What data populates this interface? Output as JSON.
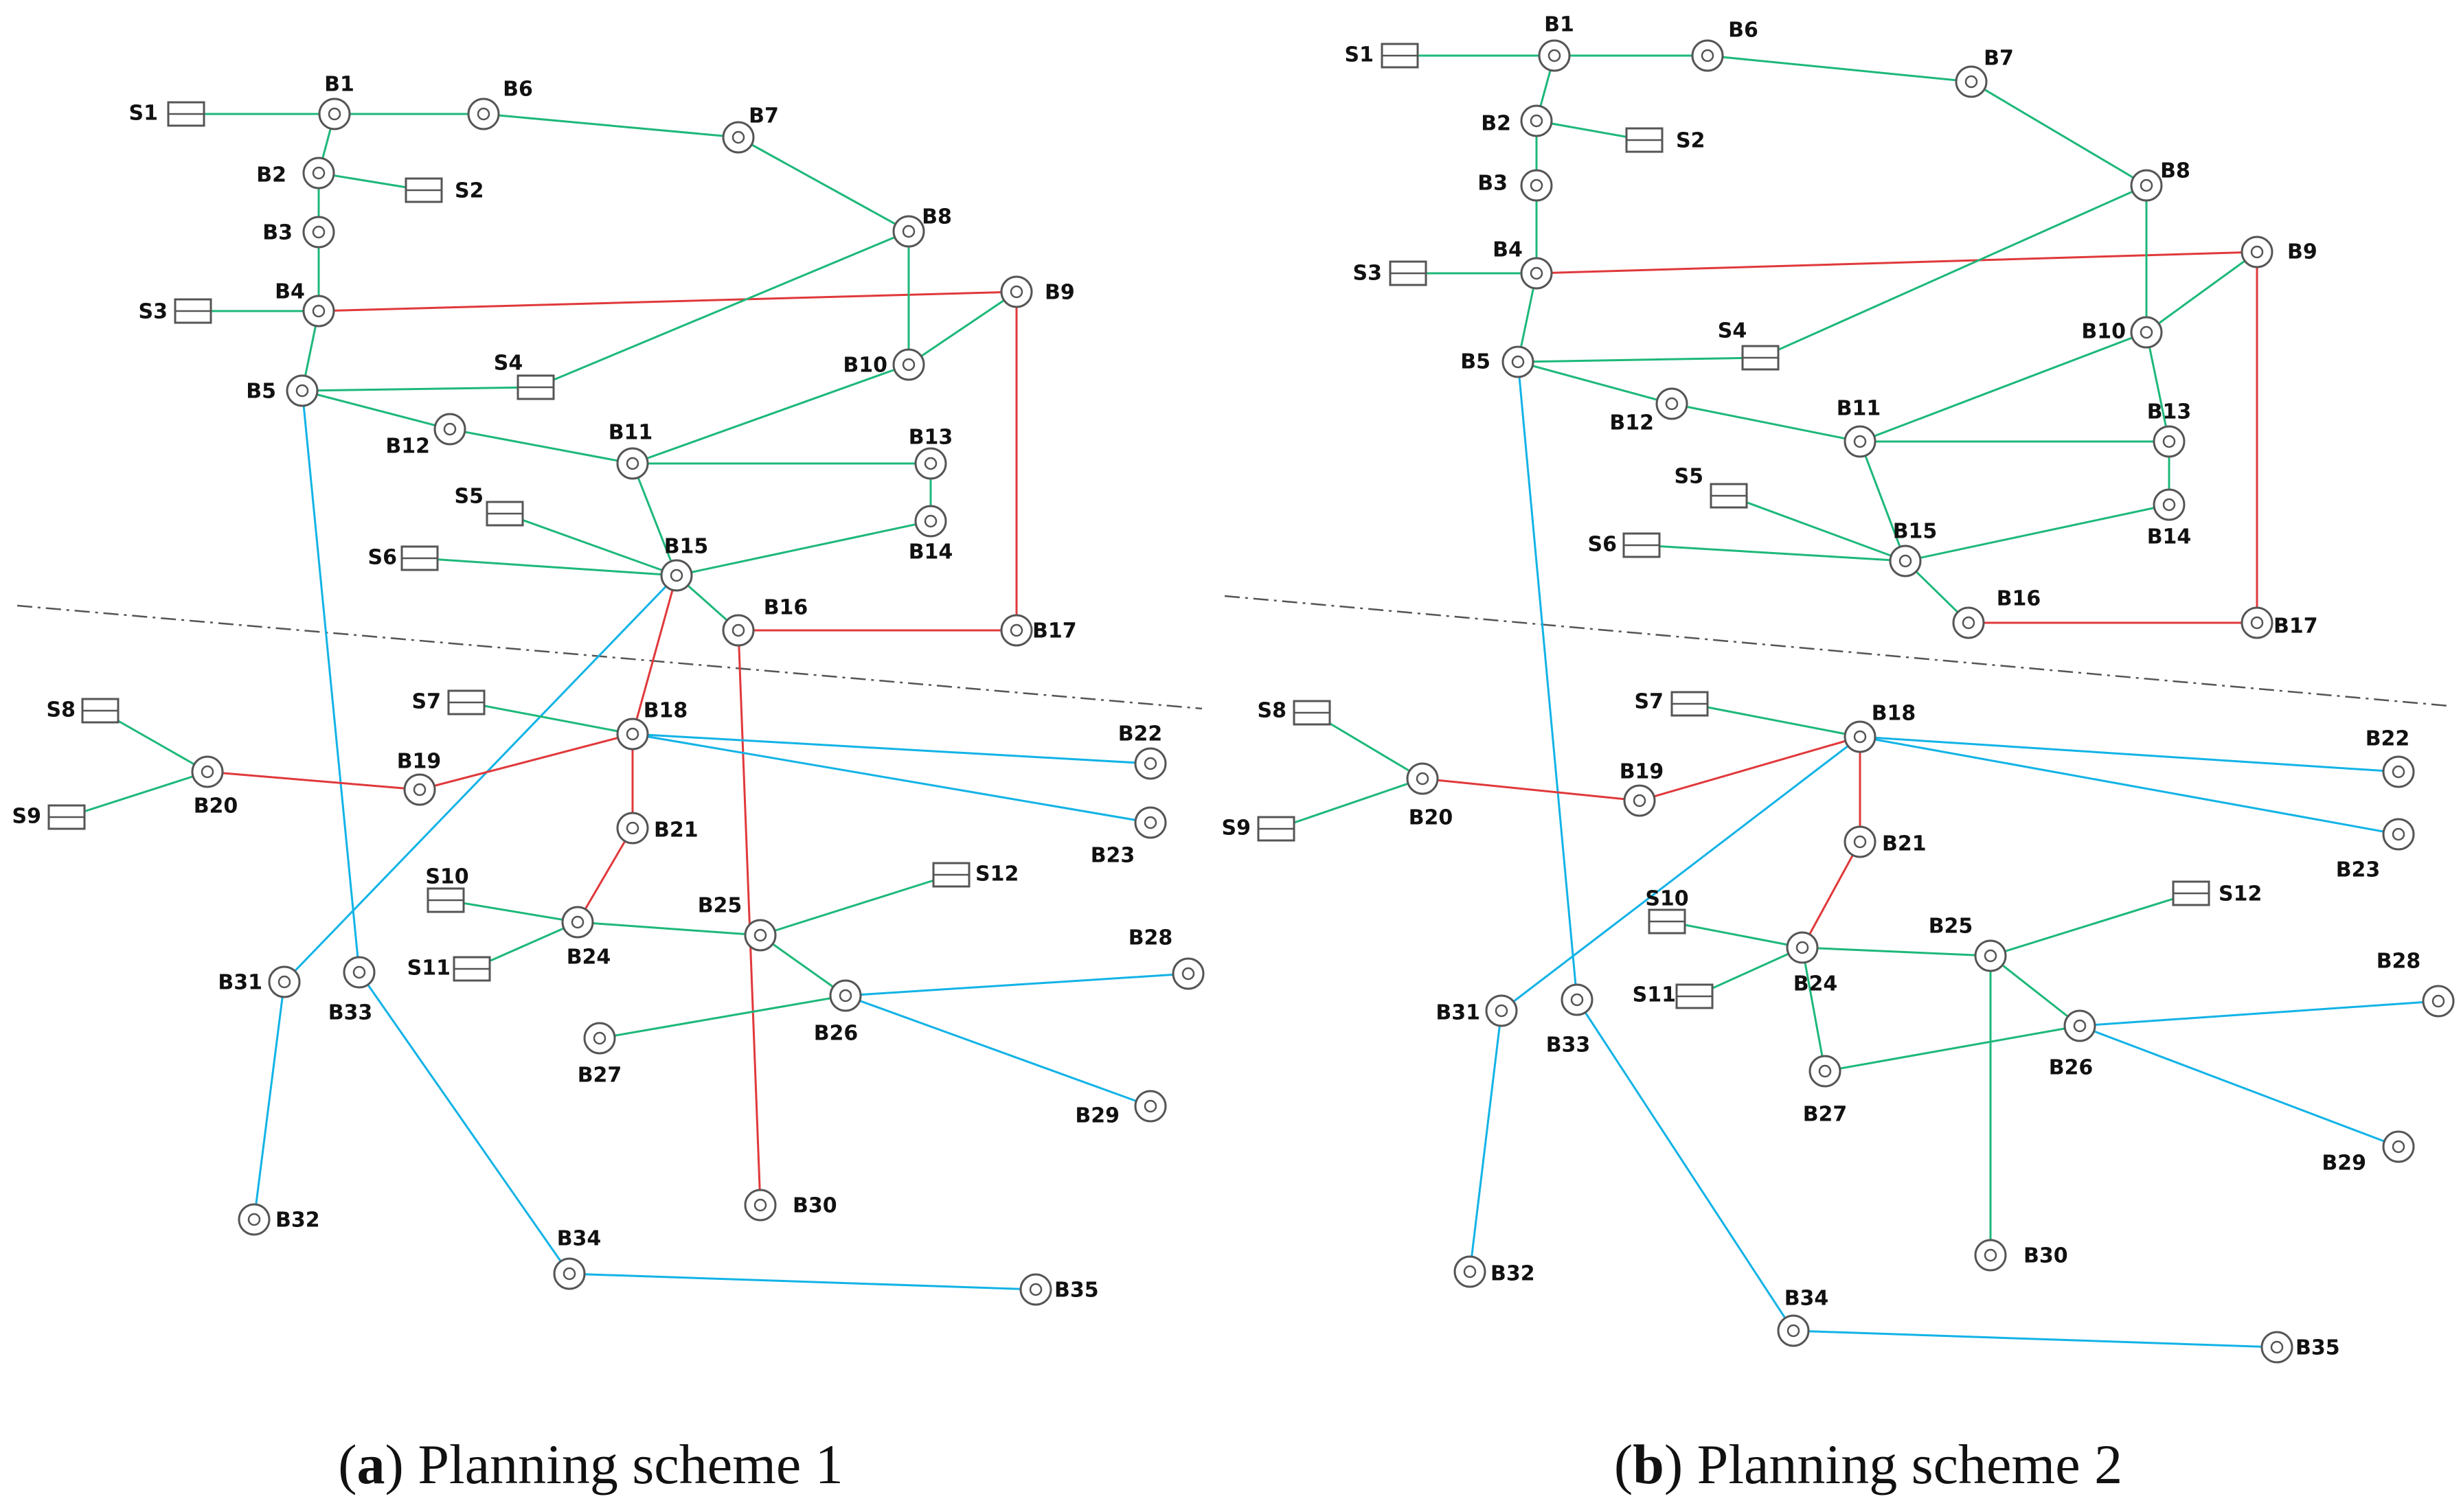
{
  "colors": {
    "green": "#1db87a",
    "red": "#e0393b",
    "cyan": "#12b3e6",
    "node_stroke": "#555555",
    "divider": "#555555"
  },
  "panels": [
    {
      "caption_letter": "a",
      "caption_text": "Planning scheme 1",
      "nodes": [
        {
          "id": "B1",
          "type": "bus"
        },
        {
          "id": "B2",
          "type": "bus"
        },
        {
          "id": "B3",
          "type": "bus"
        },
        {
          "id": "B4",
          "type": "bus"
        },
        {
          "id": "B5",
          "type": "bus"
        },
        {
          "id": "B6",
          "type": "bus"
        },
        {
          "id": "B7",
          "type": "bus"
        },
        {
          "id": "B8",
          "type": "bus"
        },
        {
          "id": "B9",
          "type": "bus"
        },
        {
          "id": "B10",
          "type": "bus"
        },
        {
          "id": "B11",
          "type": "bus"
        },
        {
          "id": "B12",
          "type": "bus"
        },
        {
          "id": "B13",
          "type": "bus"
        },
        {
          "id": "B14",
          "type": "bus"
        },
        {
          "id": "B15",
          "type": "bus"
        },
        {
          "id": "B16",
          "type": "bus"
        },
        {
          "id": "B17",
          "type": "bus"
        },
        {
          "id": "B18",
          "type": "bus"
        },
        {
          "id": "B19",
          "type": "bus"
        },
        {
          "id": "B20",
          "type": "bus"
        },
        {
          "id": "B21",
          "type": "bus"
        },
        {
          "id": "B22",
          "type": "bus"
        },
        {
          "id": "B23",
          "type": "bus"
        },
        {
          "id": "B24",
          "type": "bus"
        },
        {
          "id": "B25",
          "type": "bus"
        },
        {
          "id": "B26",
          "type": "bus"
        },
        {
          "id": "B27",
          "type": "bus"
        },
        {
          "id": "B28",
          "type": "bus"
        },
        {
          "id": "B29",
          "type": "bus"
        },
        {
          "id": "B30",
          "type": "bus"
        },
        {
          "id": "B31",
          "type": "bus"
        },
        {
          "id": "B32",
          "type": "bus"
        },
        {
          "id": "B33",
          "type": "bus"
        },
        {
          "id": "B34",
          "type": "bus"
        },
        {
          "id": "B35",
          "type": "bus"
        },
        {
          "id": "S1",
          "type": "substation"
        },
        {
          "id": "S2",
          "type": "substation"
        },
        {
          "id": "S3",
          "type": "substation"
        },
        {
          "id": "S4",
          "type": "substation"
        },
        {
          "id": "S5",
          "type": "substation"
        },
        {
          "id": "S6",
          "type": "substation"
        },
        {
          "id": "S7",
          "type": "substation"
        },
        {
          "id": "S8",
          "type": "substation"
        },
        {
          "id": "S9",
          "type": "substation"
        },
        {
          "id": "S10",
          "type": "substation"
        },
        {
          "id": "S11",
          "type": "substation"
        },
        {
          "id": "S12",
          "type": "substation"
        }
      ],
      "edges": [
        [
          "S1",
          "B1",
          "green"
        ],
        [
          "B1",
          "B6",
          "green"
        ],
        [
          "B6",
          "B7",
          "green"
        ],
        [
          "B7",
          "B8",
          "green"
        ],
        [
          "B1",
          "B2",
          "green"
        ],
        [
          "B2",
          "S2",
          "green"
        ],
        [
          "B2",
          "B3",
          "green"
        ],
        [
          "B3",
          "B4",
          "green"
        ],
        [
          "S3",
          "B4",
          "green"
        ],
        [
          "B4",
          "B9",
          "red"
        ],
        [
          "B4",
          "B5",
          "green"
        ],
        [
          "B5",
          "S4",
          "green"
        ],
        [
          "S4",
          "B8",
          "green"
        ],
        [
          "B8",
          "B10",
          "green"
        ],
        [
          "B10",
          "B9",
          "green"
        ],
        [
          "B9",
          "B17",
          "red"
        ],
        [
          "B5",
          "B12",
          "green"
        ],
        [
          "B12",
          "B11",
          "green"
        ],
        [
          "B11",
          "B10",
          "green"
        ],
        [
          "B11",
          "B13",
          "green"
        ],
        [
          "B13",
          "B14",
          "green"
        ],
        [
          "B11",
          "B15",
          "green"
        ],
        [
          "S5",
          "B15",
          "green"
        ],
        [
          "S6",
          "B15",
          "green"
        ],
        [
          "B15",
          "B14",
          "green"
        ],
        [
          "B15",
          "B16",
          "green"
        ],
        [
          "B16",
          "B17",
          "red"
        ],
        [
          "B15",
          "B18",
          "red"
        ],
        [
          "B15",
          "B31",
          "cyan"
        ],
        [
          "B5",
          "B33",
          "cyan"
        ],
        [
          "B16",
          "B30",
          "red"
        ],
        [
          "S7",
          "B18",
          "green"
        ],
        [
          "B18",
          "B22",
          "cyan"
        ],
        [
          "B18",
          "B23",
          "cyan"
        ],
        [
          "B18",
          "B19",
          "red"
        ],
        [
          "B19",
          "B20",
          "red"
        ],
        [
          "S8",
          "B20",
          "green"
        ],
        [
          "S9",
          "B20",
          "green"
        ],
        [
          "B18",
          "B21",
          "red"
        ],
        [
          "B21",
          "B24",
          "red"
        ],
        [
          "S10",
          "B24",
          "green"
        ],
        [
          "S11",
          "B24",
          "green"
        ],
        [
          "B24",
          "B25",
          "green"
        ],
        [
          "B25",
          "S12",
          "green"
        ],
        [
          "B25",
          "B26",
          "green"
        ],
        [
          "B26",
          "B27",
          "green"
        ],
        [
          "B26",
          "B28",
          "cyan"
        ],
        [
          "B26",
          "B29",
          "cyan"
        ],
        [
          "B31",
          "B32",
          "cyan"
        ],
        [
          "B33",
          "B34",
          "cyan"
        ],
        [
          "B34",
          "B35",
          "cyan"
        ]
      ]
    },
    {
      "caption_letter": "b",
      "caption_text": "Planning scheme 2",
      "nodes": [
        {
          "id": "B1",
          "type": "bus"
        },
        {
          "id": "B2",
          "type": "bus"
        },
        {
          "id": "B3",
          "type": "bus"
        },
        {
          "id": "B4",
          "type": "bus"
        },
        {
          "id": "B5",
          "type": "bus"
        },
        {
          "id": "B6",
          "type": "bus"
        },
        {
          "id": "B7",
          "type": "bus"
        },
        {
          "id": "B8",
          "type": "bus"
        },
        {
          "id": "B9",
          "type": "bus"
        },
        {
          "id": "B10",
          "type": "bus"
        },
        {
          "id": "B11",
          "type": "bus"
        },
        {
          "id": "B12",
          "type": "bus"
        },
        {
          "id": "B13",
          "type": "bus"
        },
        {
          "id": "B14",
          "type": "bus"
        },
        {
          "id": "B15",
          "type": "bus"
        },
        {
          "id": "B16",
          "type": "bus"
        },
        {
          "id": "B17",
          "type": "bus"
        },
        {
          "id": "B18",
          "type": "bus"
        },
        {
          "id": "B19",
          "type": "bus"
        },
        {
          "id": "B20",
          "type": "bus"
        },
        {
          "id": "B21",
          "type": "bus"
        },
        {
          "id": "B22",
          "type": "bus"
        },
        {
          "id": "B23",
          "type": "bus"
        },
        {
          "id": "B24",
          "type": "bus"
        },
        {
          "id": "B25",
          "type": "bus"
        },
        {
          "id": "B26",
          "type": "bus"
        },
        {
          "id": "B27",
          "type": "bus"
        },
        {
          "id": "B28",
          "type": "bus"
        },
        {
          "id": "B29",
          "type": "bus"
        },
        {
          "id": "B30",
          "type": "bus"
        },
        {
          "id": "B31",
          "type": "bus"
        },
        {
          "id": "B32",
          "type": "bus"
        },
        {
          "id": "B33",
          "type": "bus"
        },
        {
          "id": "B34",
          "type": "bus"
        },
        {
          "id": "B35",
          "type": "bus"
        },
        {
          "id": "S1",
          "type": "substation"
        },
        {
          "id": "S2",
          "type": "substation"
        },
        {
          "id": "S3",
          "type": "substation"
        },
        {
          "id": "S4",
          "type": "substation"
        },
        {
          "id": "S5",
          "type": "substation"
        },
        {
          "id": "S6",
          "type": "substation"
        },
        {
          "id": "S7",
          "type": "substation"
        },
        {
          "id": "S8",
          "type": "substation"
        },
        {
          "id": "S9",
          "type": "substation"
        },
        {
          "id": "S10",
          "type": "substation"
        },
        {
          "id": "S11",
          "type": "substation"
        },
        {
          "id": "S12",
          "type": "substation"
        }
      ],
      "edges": [
        [
          "S1",
          "B1",
          "green"
        ],
        [
          "B1",
          "B6",
          "green"
        ],
        [
          "B6",
          "B7",
          "green"
        ],
        [
          "B7",
          "B8",
          "green"
        ],
        [
          "B1",
          "B2",
          "green"
        ],
        [
          "B2",
          "S2",
          "green"
        ],
        [
          "B2",
          "B3",
          "green"
        ],
        [
          "B3",
          "B4",
          "green"
        ],
        [
          "S3",
          "B4",
          "green"
        ],
        [
          "B4",
          "B9",
          "red"
        ],
        [
          "B4",
          "B5",
          "green"
        ],
        [
          "B5",
          "S4",
          "green"
        ],
        [
          "S4",
          "B8",
          "green"
        ],
        [
          "B8",
          "B10",
          "green"
        ],
        [
          "B10",
          "B9",
          "green"
        ],
        [
          "B9",
          "B17",
          "red"
        ],
        [
          "B5",
          "B12",
          "green"
        ],
        [
          "B12",
          "B11",
          "green"
        ],
        [
          "B11",
          "B10",
          "green"
        ],
        [
          "B11",
          "B13",
          "green"
        ],
        [
          "B13",
          "B14",
          "green"
        ],
        [
          "B10",
          "B13",
          "green"
        ],
        [
          "B11",
          "B15",
          "green"
        ],
        [
          "S5",
          "B15",
          "green"
        ],
        [
          "S6",
          "B15",
          "green"
        ],
        [
          "B15",
          "B14",
          "green"
        ],
        [
          "B15",
          "B16",
          "green"
        ],
        [
          "B16",
          "B17",
          "red"
        ],
        [
          "B5",
          "B33",
          "cyan"
        ],
        [
          "S7",
          "B18",
          "green"
        ],
        [
          "B18",
          "B22",
          "cyan"
        ],
        [
          "B18",
          "B23",
          "cyan"
        ],
        [
          "B18",
          "B19",
          "red"
        ],
        [
          "B19",
          "B20",
          "red"
        ],
        [
          "S8",
          "B20",
          "green"
        ],
        [
          "S9",
          "B20",
          "green"
        ],
        [
          "B18",
          "B21",
          "red"
        ],
        [
          "B18",
          "B31",
          "cyan"
        ],
        [
          "B21",
          "B24",
          "red"
        ],
        [
          "S10",
          "B24",
          "green"
        ],
        [
          "S11",
          "B24",
          "green"
        ],
        [
          "B24",
          "B25",
          "green"
        ],
        [
          "B24",
          "B27",
          "green"
        ],
        [
          "B25",
          "S12",
          "green"
        ],
        [
          "B25",
          "B26",
          "green"
        ],
        [
          "B26",
          "B27",
          "green"
        ],
        [
          "B25",
          "B30",
          "green"
        ],
        [
          "B26",
          "B28",
          "cyan"
        ],
        [
          "B26",
          "B29",
          "cyan"
        ],
        [
          "B31",
          "B32",
          "cyan"
        ],
        [
          "B33",
          "B34",
          "cyan"
        ],
        [
          "B34",
          "B35",
          "cyan"
        ]
      ]
    }
  ]
}
